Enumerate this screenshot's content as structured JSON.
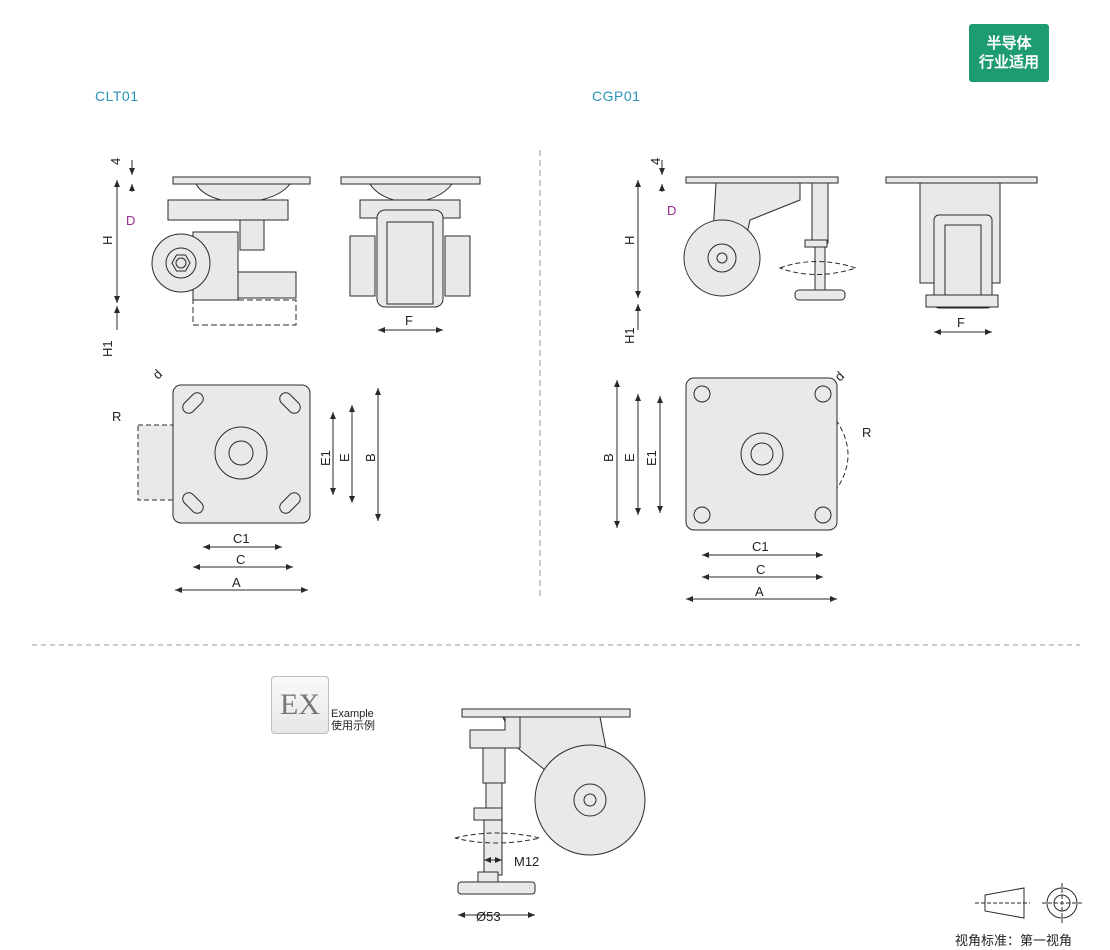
{
  "badge": {
    "line1": "半导体",
    "line2": "行业适用",
    "color": "#1d9c6f"
  },
  "models": {
    "left": "CLT01",
    "right": "CGP01"
  },
  "dimensions": {
    "thickness": "4",
    "H": "H",
    "H1": "H1",
    "D": "D",
    "F": "F",
    "d": "d",
    "R": "R",
    "A": "A",
    "B": "B",
    "C": "C",
    "C1": "C1",
    "E": "E",
    "E1": "E1",
    "thread": "M12",
    "pad_diameter": "Ø53"
  },
  "example": {
    "logo": "EX",
    "label_en": "Example",
    "label_cn": "使用示例"
  },
  "view_standard": "视角标准：第一视角",
  "colors": {
    "line": "#2a2a2a",
    "part_fill": "#e9e9e9",
    "accent_label": "#9b2a8f",
    "model_text": "#2a93b8"
  }
}
